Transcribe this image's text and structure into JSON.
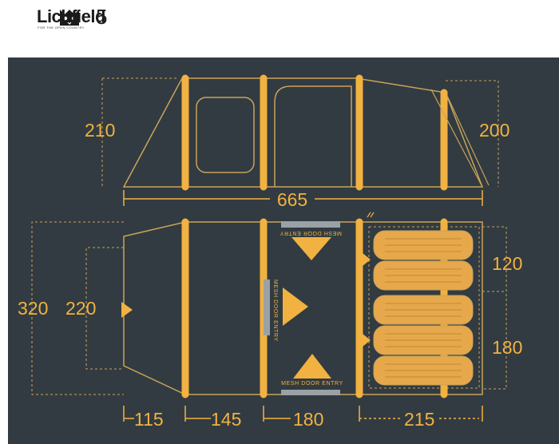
{
  "brand": {
    "name": "Lichfield",
    "tagline": "FOR THE OPEN COUNTRY",
    "model_number": "5"
  },
  "colors": {
    "panel": "#323b41",
    "accent": "#f1b241",
    "line": "#c9a35a"
  },
  "side_view": {
    "height_left": "210",
    "height_right": "200",
    "total_length": "665"
  },
  "floor_plan": {
    "width_outer": "320",
    "width_inner": "220",
    "bedroom_top": "120",
    "bedroom_bottom": "180",
    "segments": [
      "115",
      "145",
      "180",
      "215"
    ],
    "door_labels": {
      "top": "MESH DOOR ENTRY",
      "middle": "MESH DOOR ENTRY",
      "bottom": "MESH DOOR ENTRY"
    }
  }
}
